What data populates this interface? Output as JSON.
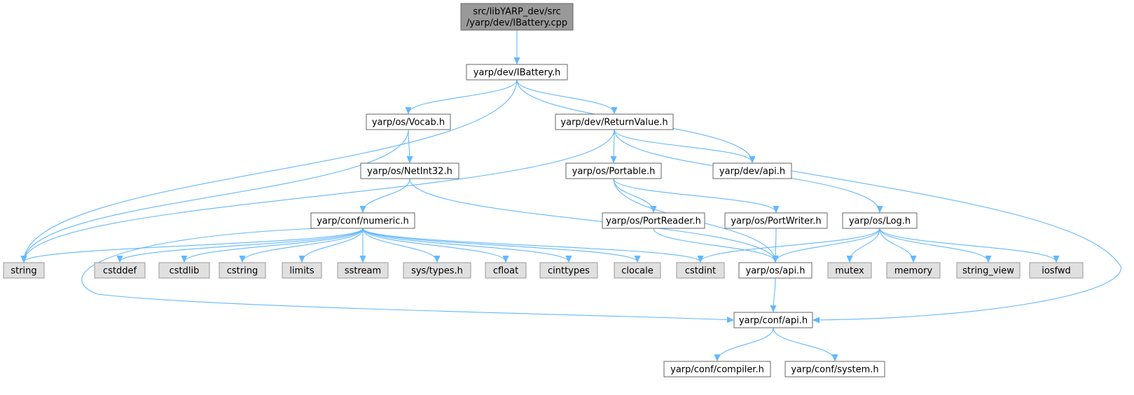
{
  "diagram": {
    "type": "include-dependency-graph",
    "colors": {
      "edge": "#63b8ff",
      "root_fill": "#999999",
      "header_fill": "#ffffff",
      "system_fill": "#e0e0e0"
    },
    "nodes": [
      {
        "id": "root",
        "lines": [
          "src/libYARP_dev/src",
          "/yarp/dev/IBattery.cpp"
        ],
        "kind": "root"
      },
      {
        "id": "ibattery",
        "lines": [
          "yarp/dev/IBattery.h"
        ],
        "kind": "header"
      },
      {
        "id": "vocab",
        "lines": [
          "yarp/os/Vocab.h"
        ],
        "kind": "header"
      },
      {
        "id": "returnvalue",
        "lines": [
          "yarp/dev/ReturnValue.h"
        ],
        "kind": "header"
      },
      {
        "id": "devapi",
        "lines": [
          "yarp/dev/api.h"
        ],
        "kind": "header"
      },
      {
        "id": "netint32",
        "lines": [
          "yarp/os/NetInt32.h"
        ],
        "kind": "header"
      },
      {
        "id": "portable",
        "lines": [
          "yarp/os/Portable.h"
        ],
        "kind": "header"
      },
      {
        "id": "numeric",
        "lines": [
          "yarp/conf/numeric.h"
        ],
        "kind": "header"
      },
      {
        "id": "portreader",
        "lines": [
          "yarp/os/PortReader.h"
        ],
        "kind": "header"
      },
      {
        "id": "portwriter",
        "lines": [
          "yarp/os/PortWriter.h"
        ],
        "kind": "header"
      },
      {
        "id": "log",
        "lines": [
          "yarp/os/Log.h"
        ],
        "kind": "header"
      },
      {
        "id": "string",
        "lines": [
          "string"
        ],
        "kind": "system"
      },
      {
        "id": "cstddef",
        "lines": [
          "cstddef"
        ],
        "kind": "system"
      },
      {
        "id": "cstdlib",
        "lines": [
          "cstdlib"
        ],
        "kind": "system"
      },
      {
        "id": "cstring",
        "lines": [
          "cstring"
        ],
        "kind": "system"
      },
      {
        "id": "limits",
        "lines": [
          "limits"
        ],
        "kind": "system"
      },
      {
        "id": "sstream",
        "lines": [
          "sstream"
        ],
        "kind": "system"
      },
      {
        "id": "systypes",
        "lines": [
          "sys/types.h"
        ],
        "kind": "system"
      },
      {
        "id": "cfloat",
        "lines": [
          "cfloat"
        ],
        "kind": "system"
      },
      {
        "id": "cinttypes",
        "lines": [
          "cinttypes"
        ],
        "kind": "system"
      },
      {
        "id": "clocale",
        "lines": [
          "clocale"
        ],
        "kind": "system"
      },
      {
        "id": "cstdint",
        "lines": [
          "cstdint"
        ],
        "kind": "system"
      },
      {
        "id": "osapi",
        "lines": [
          "yarp/os/api.h"
        ],
        "kind": "header"
      },
      {
        "id": "mutex",
        "lines": [
          "mutex"
        ],
        "kind": "system"
      },
      {
        "id": "memory",
        "lines": [
          "memory"
        ],
        "kind": "system"
      },
      {
        "id": "stringview",
        "lines": [
          "string_view"
        ],
        "kind": "system"
      },
      {
        "id": "iosfwd",
        "lines": [
          "iosfwd"
        ],
        "kind": "system"
      },
      {
        "id": "confapi",
        "lines": [
          "yarp/conf/api.h"
        ],
        "kind": "header"
      },
      {
        "id": "compiler",
        "lines": [
          "yarp/conf/compiler.h"
        ],
        "kind": "header"
      },
      {
        "id": "system",
        "lines": [
          "yarp/conf/system.h"
        ],
        "kind": "header"
      }
    ],
    "edges": [
      [
        "root",
        "ibattery"
      ],
      [
        "ibattery",
        "string"
      ],
      [
        "ibattery",
        "vocab"
      ],
      [
        "ibattery",
        "returnvalue"
      ],
      [
        "ibattery",
        "devapi"
      ],
      [
        "vocab",
        "string"
      ],
      [
        "vocab",
        "netint32"
      ],
      [
        "returnvalue",
        "string"
      ],
      [
        "returnvalue",
        "portable"
      ],
      [
        "returnvalue",
        "devapi"
      ],
      [
        "returnvalue",
        "log"
      ],
      [
        "devapi",
        "confapi"
      ],
      [
        "netint32",
        "numeric"
      ],
      [
        "netint32",
        "osapi"
      ],
      [
        "portable",
        "osapi"
      ],
      [
        "portable",
        "portreader"
      ],
      [
        "portable",
        "portwriter"
      ],
      [
        "portreader",
        "osapi"
      ],
      [
        "portwriter",
        "osapi"
      ],
      [
        "numeric",
        "string"
      ],
      [
        "numeric",
        "cstddef"
      ],
      [
        "numeric",
        "cstdlib"
      ],
      [
        "numeric",
        "cstring"
      ],
      [
        "numeric",
        "limits"
      ],
      [
        "numeric",
        "sstream"
      ],
      [
        "numeric",
        "systypes"
      ],
      [
        "numeric",
        "cfloat"
      ],
      [
        "numeric",
        "cinttypes"
      ],
      [
        "numeric",
        "clocale"
      ],
      [
        "numeric",
        "cstdint"
      ],
      [
        "numeric",
        "confapi"
      ],
      [
        "log",
        "cstdint"
      ],
      [
        "log",
        "osapi"
      ],
      [
        "log",
        "mutex"
      ],
      [
        "log",
        "memory"
      ],
      [
        "log",
        "stringview"
      ],
      [
        "log",
        "iosfwd"
      ],
      [
        "osapi",
        "confapi"
      ],
      [
        "confapi",
        "compiler"
      ],
      [
        "confapi",
        "system"
      ]
    ]
  }
}
